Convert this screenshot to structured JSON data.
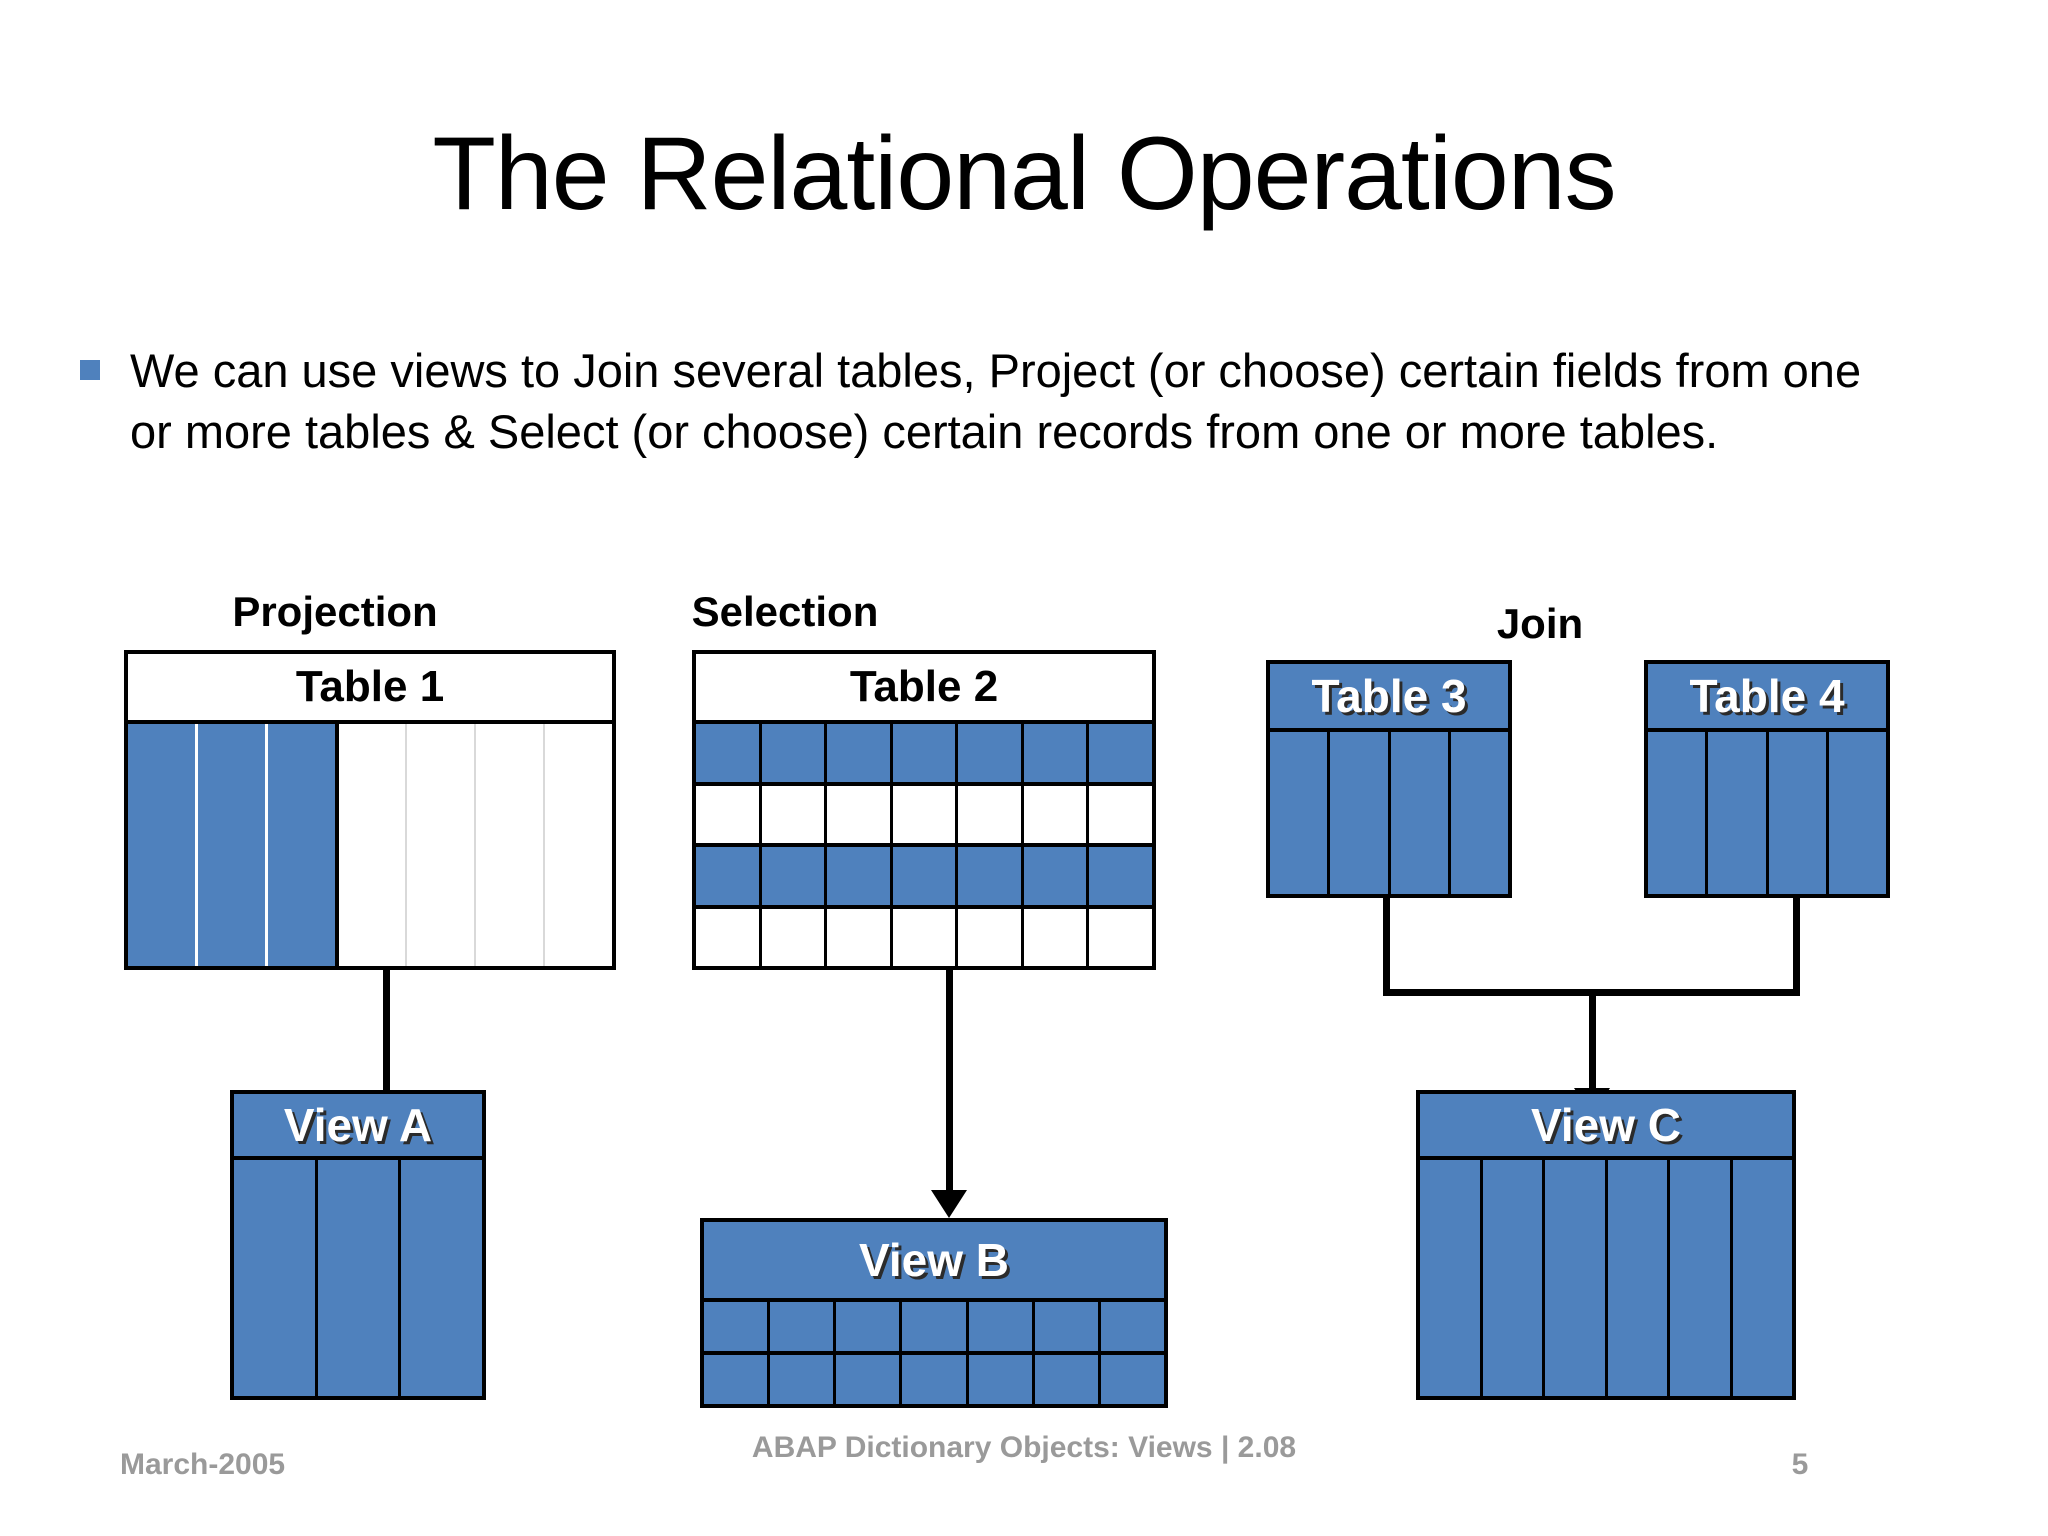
{
  "slide": {
    "title": "The Relational Operations",
    "bullet_text": "We can use views to Join several tables, Project (or choose) certain fields from one or more tables & Select (or choose) certain records from one or more tables.",
    "accent_color": "#4F81BD",
    "bullet_marker_shape": "square-bullet"
  },
  "diagram": {
    "sections": [
      {
        "heading": "Projection"
      },
      {
        "heading": "Selection"
      },
      {
        "heading": "Join"
      }
    ],
    "tables": [
      {
        "name": "Table 1",
        "header_style": "white",
        "columns": 7,
        "rows": 1,
        "highlighted_columns": 3,
        "note": "first three columns shaded blue, remaining four white"
      },
      {
        "name": "Table 2",
        "header_style": "white",
        "columns": 7,
        "rows": 4,
        "row_fills": [
          "blue",
          "white",
          "blue",
          "white"
        ]
      },
      {
        "name": "Table 3",
        "header_style": "blue",
        "columns": 4,
        "rows": 1,
        "row_fills": [
          "blue"
        ]
      },
      {
        "name": "Table 4",
        "header_style": "blue",
        "columns": 4,
        "rows": 1,
        "row_fills": [
          "blue"
        ]
      }
    ],
    "views": [
      {
        "name": "View A",
        "header_style": "blue",
        "columns": 3,
        "rows": 1,
        "source": "Table 1"
      },
      {
        "name": "View B",
        "header_style": "blue",
        "columns": 7,
        "rows": 2,
        "source": "Table 2"
      },
      {
        "name": "View C",
        "header_style": "blue",
        "columns": 6,
        "rows": 1,
        "source": "Table 3 + Table 4"
      }
    ]
  },
  "footer": {
    "date": "March-2005",
    "center": "ABAP Dictionary Objects:  Views | 2.08",
    "page_number": "5"
  }
}
